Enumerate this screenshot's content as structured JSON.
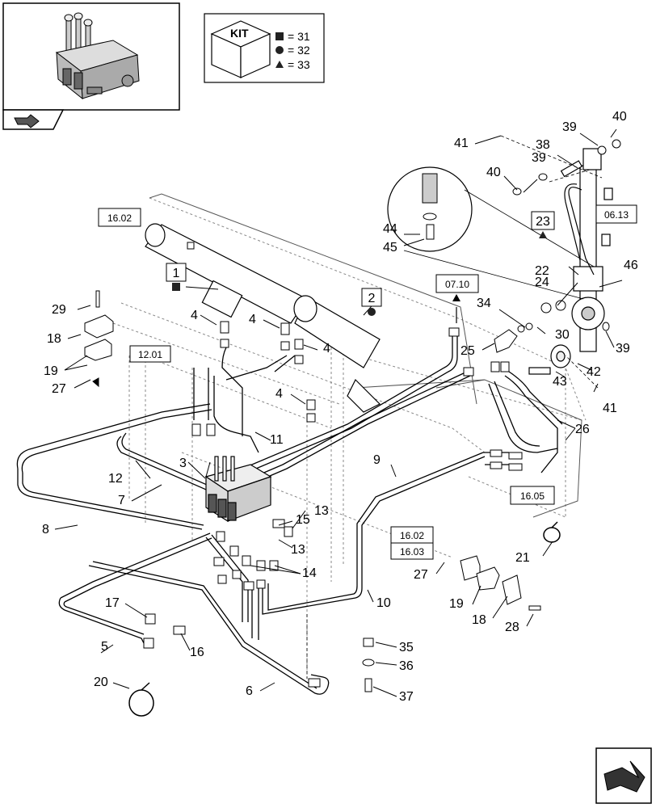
{
  "kit_legend": {
    "kit_label": "KIT",
    "rows": [
      {
        "symbol": "square",
        "eq": "= 31"
      },
      {
        "symbol": "circle",
        "eq": "= 32"
      },
      {
        "symbol": "triangle",
        "eq": "= 33"
      }
    ]
  },
  "section_refs": [
    "16.02",
    "12.01",
    "07.10",
    "06.13",
    "16.05",
    "16.02",
    "16.03"
  ],
  "part_numbers": {
    "p1": "1",
    "p2": "2",
    "p3": "3",
    "p4a": "4",
    "p4b": "4",
    "p4c": "4",
    "p4d": "4",
    "p5": "5",
    "p6": "6",
    "p7": "7",
    "p8": "8",
    "p9": "9",
    "p10": "10",
    "p11": "11",
    "p12": "12",
    "p13a": "13",
    "p13b": "13",
    "p14": "14",
    "p15": "15",
    "p16": "16",
    "p17": "17",
    "p18a": "18",
    "p18b": "18",
    "p19a": "19",
    "p19b": "19",
    "p20": "20",
    "p21": "21",
    "p22": "22",
    "p23": "23",
    "p24": "24",
    "p25": "25",
    "p26": "26",
    "p27a": "27",
    "p27b": "27",
    "p28": "28",
    "p29": "29",
    "p30": "30",
    "p34": "34",
    "p35": "35",
    "p36": "36",
    "p37": "37",
    "p38": "38",
    "p39a": "39",
    "p39b": "39",
    "p39c": "39",
    "p40a": "40",
    "p40b": "40",
    "p41a": "41",
    "p41b": "41",
    "p42": "42",
    "p43": "43",
    "p44": "44",
    "p45": "45",
    "p46": "46"
  },
  "icons": {
    "thumbnail": "hydraulic-valve-thumbnail-icon",
    "back_nav": "back-arrow-icon",
    "next_page": "next-page-arrow-icon"
  }
}
